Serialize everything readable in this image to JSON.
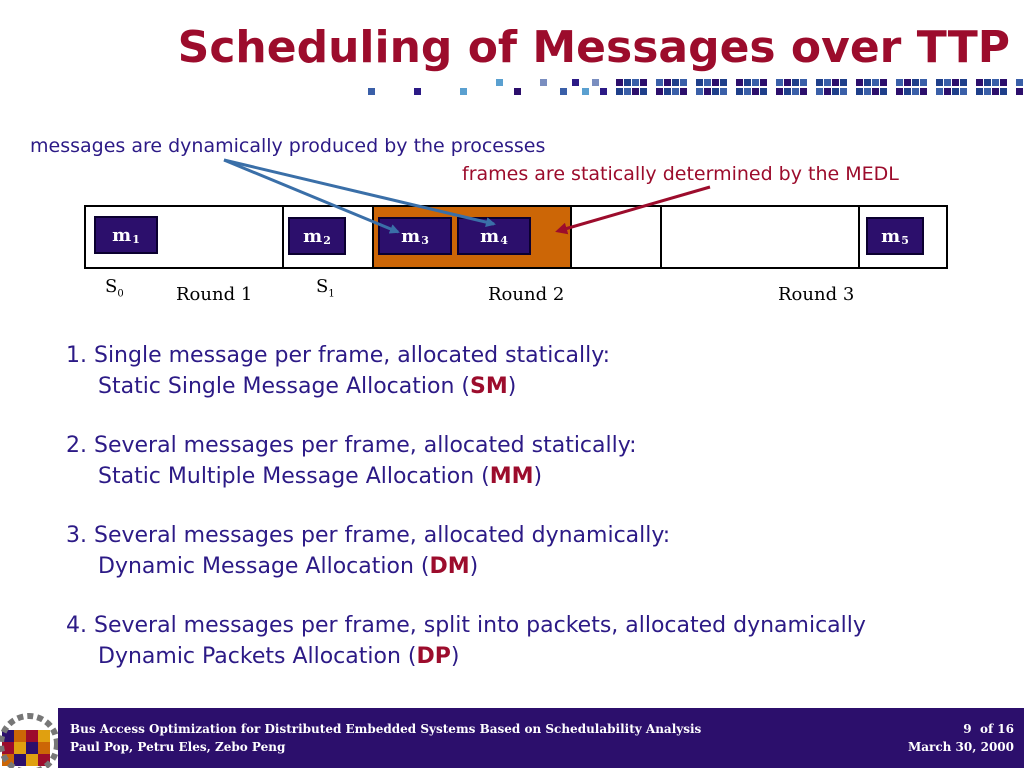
{
  "slide": {
    "title": "Scheduling of Messages over TTP"
  },
  "annotations": {
    "processes": "messages are dynamically produced by the processes",
    "medl": "frames are statically determined by the MEDL"
  },
  "timeline": {
    "messages": [
      {
        "id": "m1",
        "base": "m",
        "sub": "1"
      },
      {
        "id": "m2",
        "base": "m",
        "sub": "2"
      },
      {
        "id": "m3",
        "base": "m",
        "sub": "3"
      },
      {
        "id": "m4",
        "base": "m",
        "sub": "4"
      },
      {
        "id": "m5",
        "base": "m",
        "sub": "5"
      }
    ],
    "slots": [
      {
        "base": "S",
        "sub": "0"
      },
      {
        "base": "S",
        "sub": "1"
      }
    ],
    "rounds": [
      "Round 1",
      "Round 2",
      "Round 3"
    ]
  },
  "items": [
    {
      "line1": "1. Single message per frame, allocated statically:",
      "pre": "Static Single Message Allocation (",
      "abbr": "SM",
      "post": ")"
    },
    {
      "line1": "2. Several messages per frame, allocated statically:",
      "pre": "Static Multiple Message Allocation (",
      "abbr": "MM",
      "post": ")"
    },
    {
      "line1": "3. Several messages per frame, allocated dynamically:",
      "pre": "Dynamic Message Allocation (",
      "abbr": "DM",
      "post": ")"
    },
    {
      "line1": "4. Several messages per frame, split into packets, allocated dynamically",
      "pre": "Dynamic Packets Allocation (",
      "abbr": "DP",
      "post": ")"
    }
  ],
  "footer": {
    "paper_title": "Bus Access Optimization for Distributed Embedded Systems Based on Schedulability Analysis",
    "authors": "Paul Pop, Petru Eles, Zebo Peng",
    "page": "9",
    "of": "of 16",
    "date": "March 30, 2000"
  },
  "colors": {
    "title": "#9c0c2c",
    "text": "#2c1a86",
    "message_box": "#2c0f6c",
    "highlight_frame": "#cc6606",
    "footer": "#2c0f6c"
  }
}
